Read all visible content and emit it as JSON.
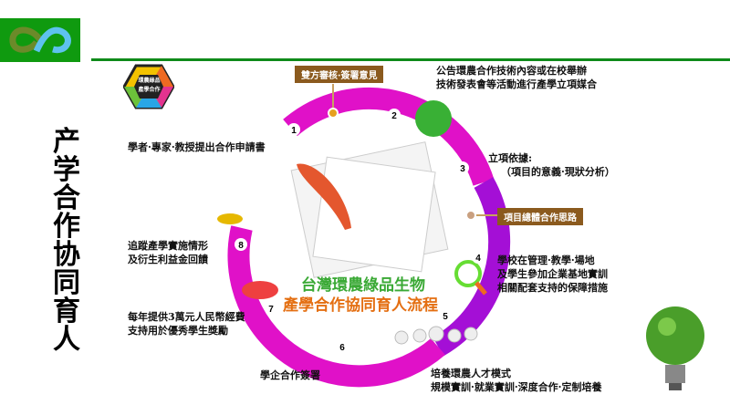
{
  "title": "产学合作协同育人",
  "badge": {
    "text": "環農綠品產學合作"
  },
  "center": {
    "line1": "台灣環農綠品生物",
    "line2": "產學合作協同育人流程"
  },
  "tags": {
    "review": "雙方審核·簽署意見",
    "overall": "項目總體合作思路"
  },
  "steps": [
    {
      "num": "1",
      "text": [
        "學者·專家·教授提出合作申請書"
      ]
    },
    {
      "num": "2",
      "text": [
        "公告環農合作技術內容或在校舉辦",
        "技術發表會等活動進行產學立項媒合"
      ]
    },
    {
      "num": "3",
      "text": [
        "立項依據:",
        "（項目的意義·現狀分析）"
      ]
    },
    {
      "num": "4",
      "text": [
        "學校在管理·教學·場地",
        "及學生參加企業基地實訓",
        "相關配套支持的保障措施"
      ]
    },
    {
      "num": "5",
      "text": [
        "培養環農人才模式",
        "規模實訓·就業實訓·深度合作·定制培養"
      ]
    },
    {
      "num": "6",
      "text": [
        "學企合作簽署"
      ]
    },
    {
      "num": "7",
      "text": [
        "每年提供3萬元人民幣經費",
        "支持用於優秀學生獎勵"
      ]
    },
    {
      "num": "8",
      "text": [
        "追蹤產學實施情形",
        "及衍生利益金回饋"
      ]
    }
  ],
  "colors": {
    "brand_green": "#0f9a0f",
    "ring_magenta": "#e011c8",
    "ring_purple": "#a40fd6",
    "tag_brown": "#8b5a1e",
    "title_green": "#3aa935",
    "title_orange": "#e46f12"
  }
}
